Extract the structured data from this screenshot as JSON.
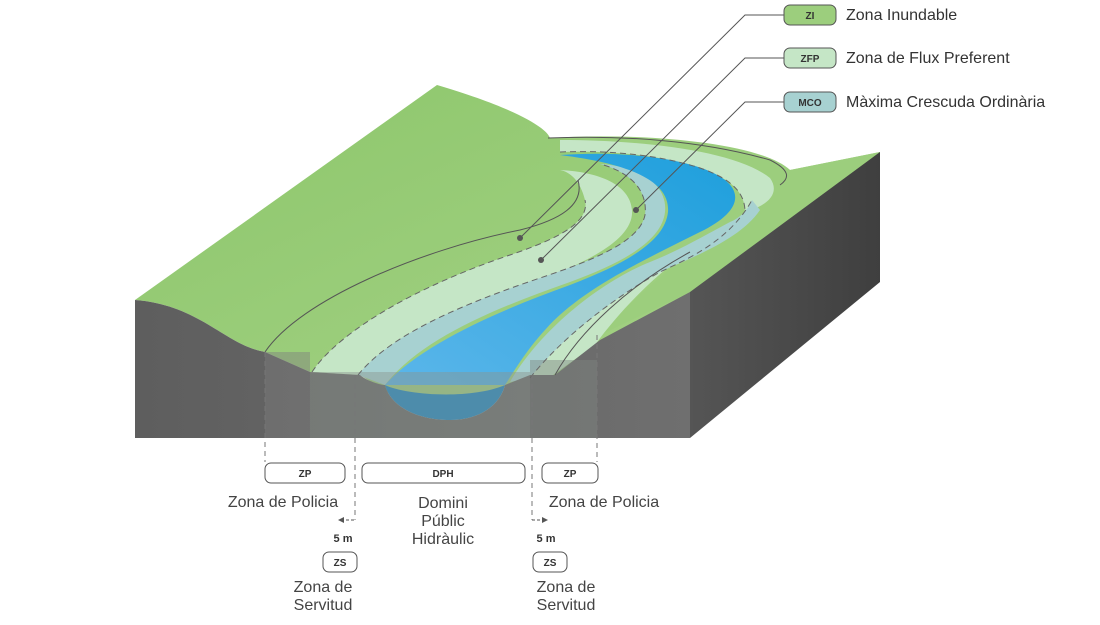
{
  "legend": [
    {
      "code": "ZI",
      "label": "Zona Inundable",
      "color": "#9cce7d"
    },
    {
      "code": "ZFP",
      "label": "Zona de Flux Preferent",
      "color": "#c5e6c6"
    },
    {
      "code": "MCO",
      "label": "Màxima Crescuda Ordinària",
      "color": "#a7d1d1"
    }
  ],
  "zones": {
    "zp_left": {
      "code": "ZP",
      "label": "Zona de Policia"
    },
    "dph": {
      "code": "DPH",
      "label_lines": [
        "Domini",
        "Públic",
        "Hidràulic"
      ]
    },
    "zp_right": {
      "code": "ZP",
      "label": "Zona de Policia"
    },
    "zs_left": {
      "code": "ZS",
      "distance": "5 m",
      "label_lines": [
        "Zona de",
        "Servitud"
      ]
    },
    "zs_right": {
      "code": "ZS",
      "distance": "5 m",
      "label_lines": [
        "Zona de",
        "Servitud"
      ]
    }
  },
  "colors": {
    "terrain": "#9cce7d",
    "zi": "#9cce7d",
    "zfp": "#c5e6c6",
    "mco": "#a7d1d1",
    "water": "#2ea7e0",
    "earth_front": "#6c6c6c",
    "earth_side": "#4d4d4d"
  }
}
